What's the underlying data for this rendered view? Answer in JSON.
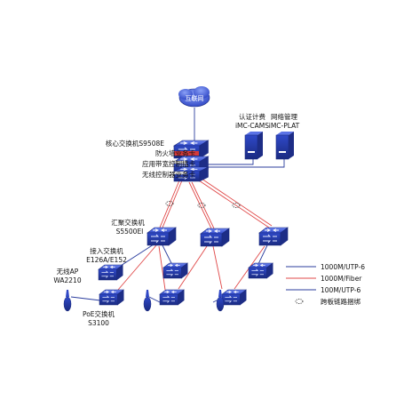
{
  "internet": {
    "label": "互联网"
  },
  "core": {
    "name": "核心交换机S9508E",
    "cards": [
      "防火墙业务卡",
      "应用带宽控制插卡",
      "无线控制器业务卡"
    ]
  },
  "servers": [
    {
      "line1": "认证计费",
      "line2": "iMC-CAMS"
    },
    {
      "line1": "网络管理",
      "line2": "iMC-PLAT"
    }
  ],
  "aggregation": {
    "line1": "汇聚交换机",
    "line2": "S5500EI"
  },
  "access": {
    "line1": "接入交换机",
    "line2": "E126A/E152"
  },
  "wireless_ap": {
    "line1": "无线AP",
    "line2": "WA2210"
  },
  "poe": {
    "line1": "PoE交换机",
    "line2": "S3100"
  },
  "legend": {
    "items": [
      {
        "label": "1000M/UTP-6",
        "color": "#2b3d9e"
      },
      {
        "label": "1000M/Fiber",
        "color": "#e04848"
      },
      {
        "label": "100M/UTP-6",
        "color": "#2b3d9e"
      },
      {
        "label": "跨板链路捆绑",
        "color": "#333333"
      }
    ]
  },
  "colors": {
    "switch": "#2f49c8",
    "switch_dark": "#1d2d86",
    "utp": "#2b3d9e",
    "fiber": "#e04848",
    "cloud": "#3d56d6"
  }
}
